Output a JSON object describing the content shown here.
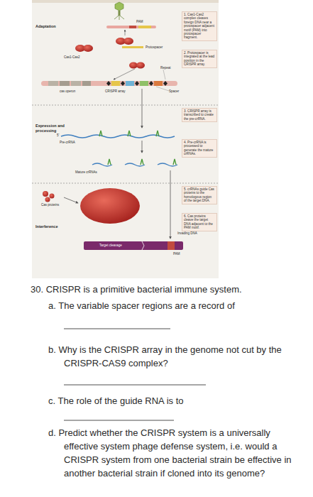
{
  "diagram": {
    "nodes": [
      {
        "text": [
          "Adaptation"
        ]
      },
      {
        "text": [
          "1. Cas1-Cas2 complex cleaves foreign DNA near a protospacer adjacent motif (PAM) into protospacer fragment."
        ],
        "in": 0
      },
      {
        "text": [
          "2. Protospacer is integrated at the lead position in the CRISPR array."
        ],
        "in": 0
      },
      {
        "text": [
          "Expression and processing"
        ]
      },
      {
        "text": [
          "3. CRISPR array is transcribed to create the pre-crRNA."
        ],
        "in": 3
      },
      {
        "text": [
          "4. Pre-crRNA is processed to generate the mature crRNAs."
        ],
        "in": 3
      },
      {
        "text": [
          "Interference"
        ]
      },
      {
        "text": [
          "5. crRNAs guide Cas proteins to the homologous region of the target DNA."
        ],
        "in": 6
      },
      {
        "text": [
          "6. Cas proteins cleave the target DNA adjacent to the PAM motif."
        ],
        "in": 6
      }
    ],
    "labels": [
      "PAM",
      "Cas1-Cas2",
      "Protospacer",
      "Repeat",
      "Spacer",
      "CRISPR array",
      "cas operon",
      "5'",
      "Pre-crRNA",
      "Mature crRNAs",
      "Cas proteins",
      "Invading DNA",
      "Target cleavage",
      "PAM",
      "30. CRISPR is a primitive bacterial immune system.",
      "a. The variable spacer regions are a record of",
      "b. Why is the CRISPR array in the genome not cut by the CRISPR-CAS9 complex?",
      "c. The role of the guide RNA is to",
      "d. Predict whether the CRISPR system is a universally effective system phage defense system, i.e. would a CRISPR system from one bacterial strain be effective in another bacterial strain if cloned into its genome?"
    ]
  }
}
